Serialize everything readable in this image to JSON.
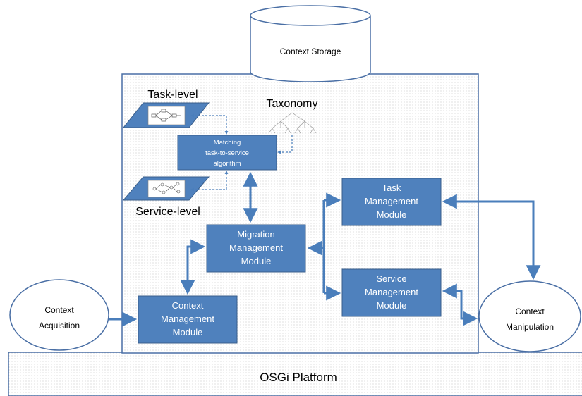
{
  "storage": {
    "label": "Context Storage"
  },
  "platform": {
    "label": "OSGi Platform"
  },
  "task_level": {
    "label": "Task-level"
  },
  "service_level": {
    "label": "Service-level"
  },
  "taxonomy": {
    "label": "Taxonomy"
  },
  "matching": {
    "lines": [
      "Matching",
      "task-to-service",
      "algorithm"
    ]
  },
  "migration": {
    "lines": [
      "Migration",
      "Management",
      "Module"
    ]
  },
  "task_module": {
    "lines": [
      "Task",
      "Management",
      "Module"
    ]
  },
  "service_module": {
    "lines": [
      "Service",
      "Management",
      "Module"
    ]
  },
  "context_module": {
    "lines": [
      "Context",
      "Management",
      "Module"
    ]
  },
  "acquisition": {
    "lines": [
      "Context",
      "Acquisition"
    ]
  },
  "manipulation": {
    "lines": [
      "Context",
      "Manipulation"
    ]
  },
  "colors": {
    "module_fill": "#4f81bd",
    "module_stroke": "#385d8a",
    "arrow": "#4a7ebb",
    "text_light": "#ffffff"
  }
}
